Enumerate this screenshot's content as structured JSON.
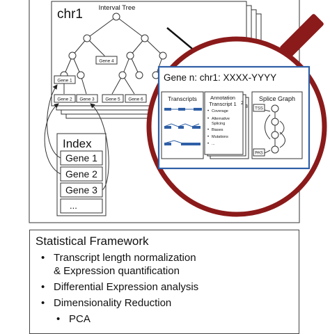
{
  "chromosome": {
    "label": "chr1",
    "tree_title": "Interval Tree",
    "genes": [
      "Gene 1",
      "Gene 2",
      "Gene 3",
      "Gene 4",
      "Gene 5",
      "Gene 6"
    ]
  },
  "index": {
    "title": "Index",
    "items": [
      "Gene 1",
      "Gene 2",
      "Gene 3",
      "..."
    ]
  },
  "magnifier": {
    "gene_title": "Gene n: chr1: XXXX-YYYY",
    "transcripts_label": "Transcripts",
    "annotation": {
      "title_line1": "Annotation",
      "title_line2": "Transcript 1",
      "stack_numbers": [
        "2",
        "3"
      ],
      "bullets": [
        "Coverage",
        "Alternative",
        "Splicing",
        "Biases",
        "Mutations",
        "..."
      ]
    },
    "splice_graph": {
      "title": "Splice Graph",
      "tss_label": "TSS",
      "pas_label": "PAS"
    },
    "colors": {
      "lens_ring": "#8b1a1a",
      "accent_blue": "#2f5fa6"
    }
  },
  "framework": {
    "title": "Statistical Framework",
    "items": [
      "Transcript length normalization",
      "& Expression quantification",
      "Differential Expression analysis",
      "Dimensionality Reduction",
      "PCA"
    ]
  }
}
